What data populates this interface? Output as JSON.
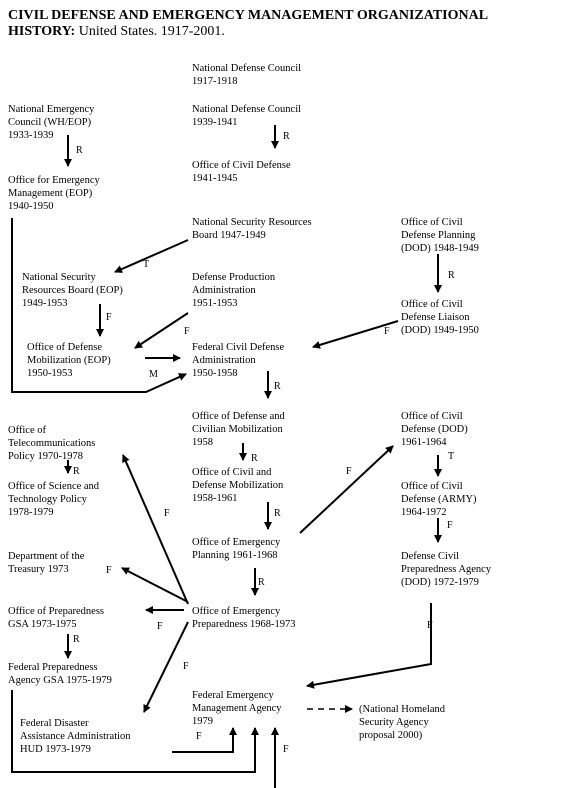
{
  "title": {
    "line1": "CIVIL DEFENSE AND EMERGENCY MANAGEMENT ORGANIZATIONAL",
    "line2_bold": "HISTORY:",
    "line2_rest": " United States.  1917-2001."
  },
  "nodes": {
    "ndc1917": [
      "National Defense Council",
      "1917-1918"
    ],
    "ndc1939": [
      "National Defense Council",
      "1939-1941"
    ],
    "nec": [
      "National Emergency",
      "Council (WH/EOP)",
      "1933-1939"
    ],
    "ocd": [
      "Office of Civil Defense",
      "1941-1945"
    ],
    "ofem": [
      "Office for Emergency",
      "Management (EOP)",
      "1940-1950"
    ],
    "nsrb1947": [
      "National Security Resources",
      "Board  1947-1949"
    ],
    "ocdp": [
      "Office of Civil",
      "Defense Planning",
      "(DOD) 1948-1949"
    ],
    "nsrb1949": [
      "National Security",
      "Resources Board (EOP)",
      "1949-1953"
    ],
    "dpa": [
      "Defense Production",
      "Administration",
      "1951-1953"
    ],
    "ocdl": [
      "Office of Civil",
      "Defense Liaison",
      "(DOD) 1949-1950"
    ],
    "odm": [
      "Office of Defense",
      "Mobilization (EOP)",
      "1950-1953"
    ],
    "fcda": [
      "Federal Civil Defense",
      "Administration",
      "1950-1958"
    ],
    "otp": [
      "Office of",
      "Telecommunications",
      "Policy 1970-1978"
    ],
    "odcm": [
      "Office of Defense and",
      "Civilian Mobilization",
      "1958"
    ],
    "ocd1961": [
      "Office of Civil",
      "Defense (DOD)",
      "1961-1964"
    ],
    "ostp": [
      "Office of Science and",
      "Technology Policy",
      "1978-1979"
    ],
    "ocdm": [
      "Office of Civil and",
      "Defense Mobilization",
      "1958-1961"
    ],
    "ocdarmy": [
      "Office of Civil",
      "Defense (ARMY)",
      "1964-1972"
    ],
    "oep1961": [
      "Office of Emergency",
      "Planning 1961-1968"
    ],
    "dcpa": [
      "Defense Civil",
      "Preparedness Agency",
      "(DOD) 1972-1979"
    ],
    "treasury": [
      "Department of the",
      "Treasury 1973"
    ],
    "oep1968": [
      "Office of Emergency",
      "Preparedness 1968-1973"
    ],
    "opgsa": [
      "Office of Preparedness",
      "GSA 1973-1975"
    ],
    "fpagsa": [
      "Federal Preparedness",
      "Agency GSA 1975-1979"
    ],
    "fema": [
      "Federal Emergency",
      "Management Agency",
      "1979"
    ],
    "nhsa": [
      "(National Homeland",
      "Security Agency",
      "proposal 2000)"
    ],
    "fdaa": [
      "Federal Disaster",
      "Assistance Administration",
      "HUD 1973-1979"
    ]
  },
  "edge_labels": {
    "ndc_ocd": "R",
    "nec_ofem": "R",
    "nsrb_nsrb": "T",
    "ocdp_ocdl": "R",
    "nsrb_odm": "F",
    "dpa_odm": "F",
    "ocdl_fcda": "F",
    "odm_fcda": "M",
    "fcda_odcm": "R",
    "odcm_ocdm": "R",
    "ocd_army": "T",
    "otp_ostp": "R",
    "oep_otp": "F",
    "oep_ocd": "F",
    "ocdm_oep": "R",
    "army_dcpa": "F",
    "oep_treasury": "F",
    "oep_oep": "R",
    "oep_opgsa": "F",
    "op_fpa": "R",
    "oep_fdaa": "F",
    "dcpa_fema": "F",
    "fdaa_fema": "F",
    "future_fema": "F"
  }
}
